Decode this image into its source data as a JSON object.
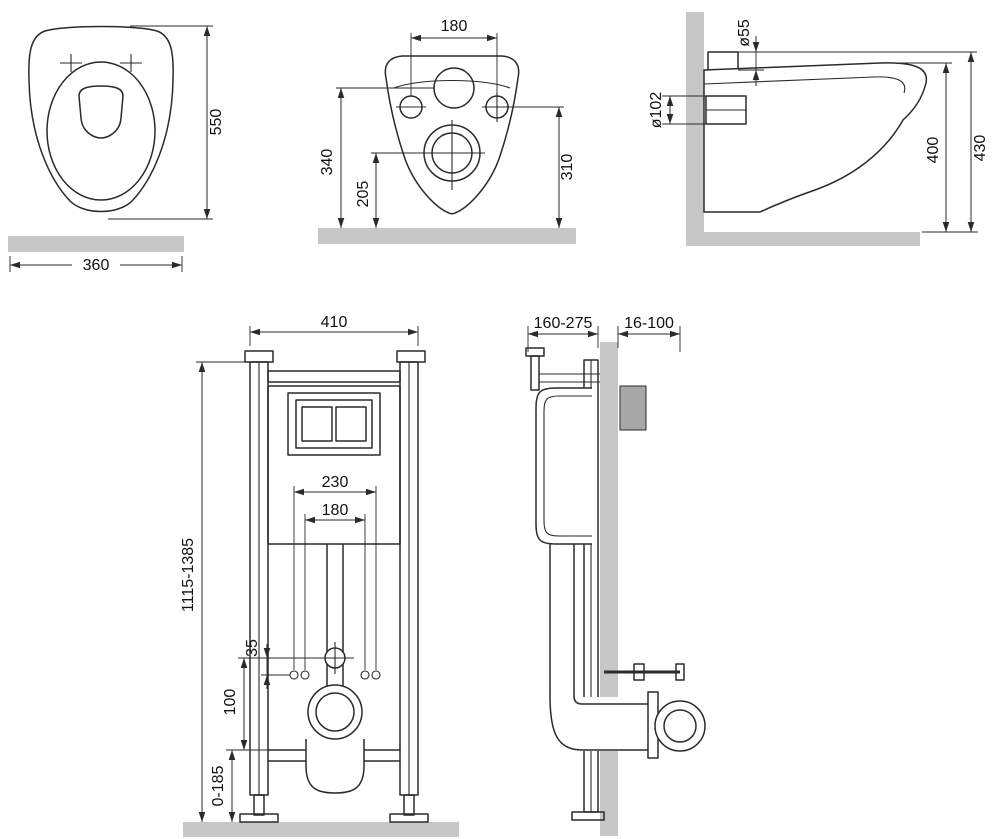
{
  "colors": {
    "line": "#2a2a2a",
    "text": "#111111",
    "wall_fill": "#c7c7c7",
    "background": "#ffffff"
  },
  "views": {
    "bowl_top": {
      "dim_length": "550",
      "dim_width": "360"
    },
    "bowl_back": {
      "dim_hole_spacing": "180",
      "dim_inlet_height": "340",
      "dim_drain_height": "205",
      "dim_bolt_height": "310"
    },
    "bowl_side": {
      "dim_inlet_diameter": "ø55",
      "dim_outlet_diameter": "ø102",
      "dim_rim_height": "400",
      "dim_overall_height": "430"
    },
    "frame_front": {
      "dim_width": "410",
      "dim_outer_spacing": "230",
      "dim_inner_spacing": "180",
      "dim_height_range": "1115-1385",
      "dim_offset_small": "35",
      "dim_offset_large": "100",
      "dim_foot_range": "0-185"
    },
    "frame_side": {
      "dim_depth_range": "160-275",
      "dim_wall_range": "16-100"
    }
  }
}
